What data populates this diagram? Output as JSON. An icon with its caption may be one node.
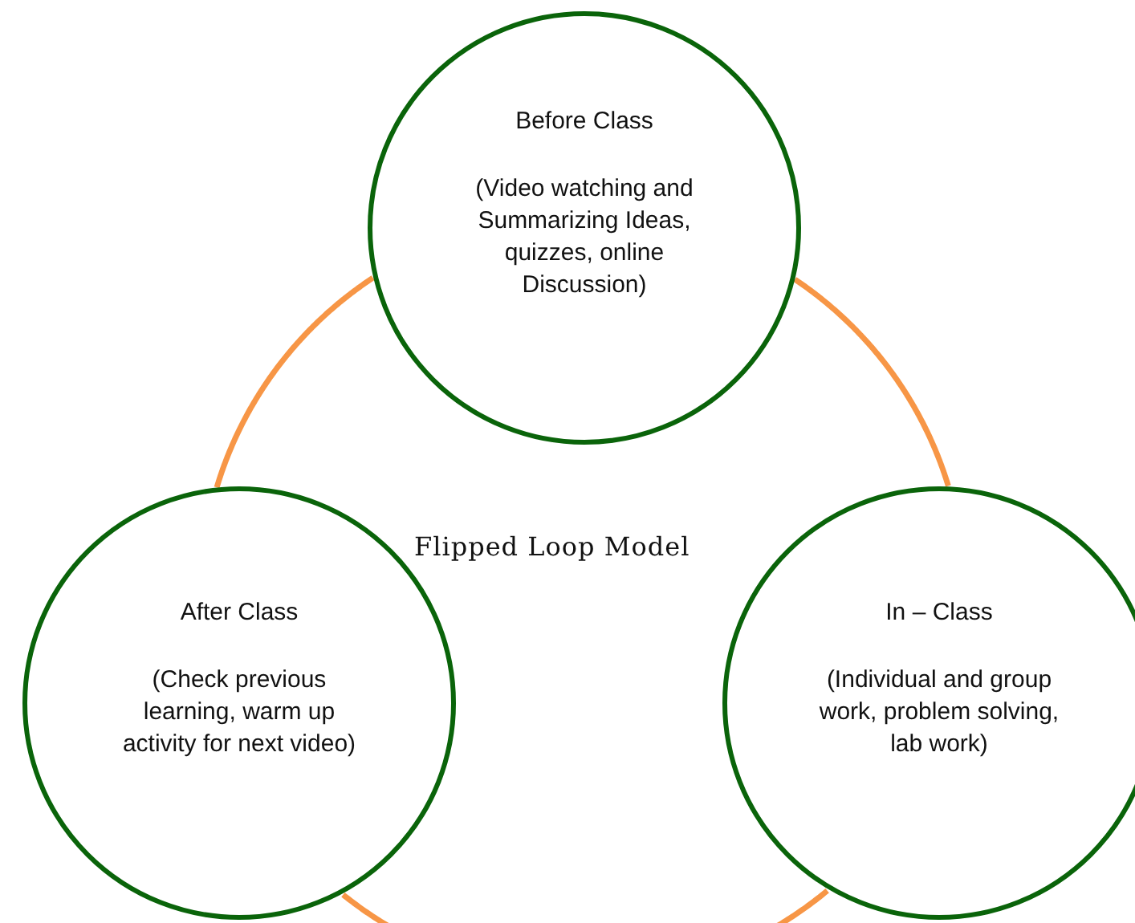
{
  "diagram": {
    "title": "Flipped Loop Model",
    "nodes": [
      {
        "text": [
          "Before Class",
          "(Video watching and Summarizing Ideas, quizzes, online Discussion)"
        ]
      },
      {
        "text": [
          "In – Class",
          "(Individual and group work, problem solving, lab work)"
        ]
      },
      {
        "text": [
          "After Class",
          "(Check previous learning, warm up activity for next video)"
        ]
      }
    ],
    "edges": [
      {
        "from": 0,
        "to": 1,
        "arrow": "none",
        "color": "#f79646"
      },
      {
        "from": 1,
        "to": 2,
        "arrow": "none",
        "color": "#f79646"
      },
      {
        "from": 2,
        "to": 0,
        "arrow": "none",
        "color": "#f79646"
      }
    ]
  }
}
